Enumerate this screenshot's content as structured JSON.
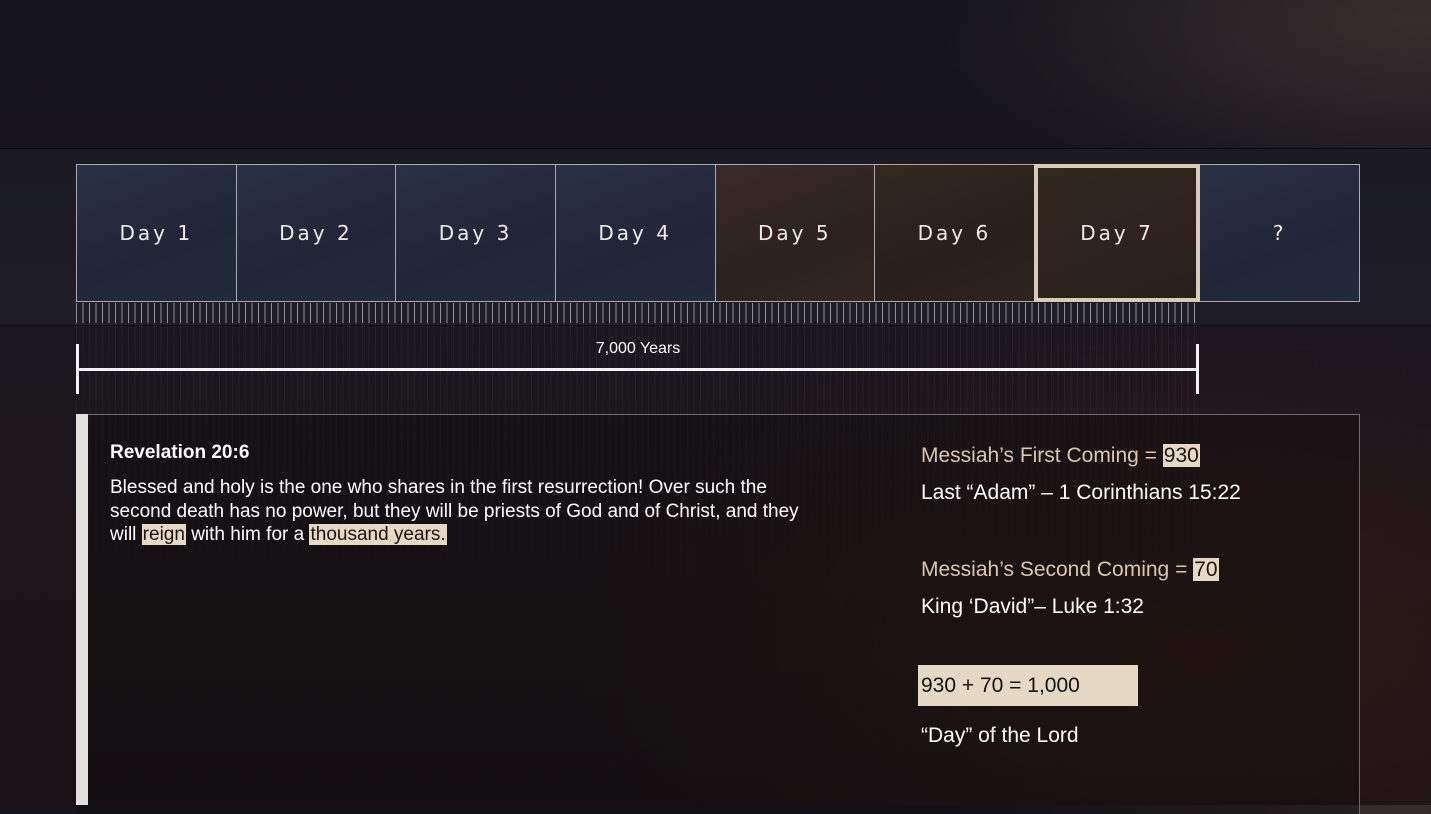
{
  "days": [
    {
      "label": "Day 1"
    },
    {
      "label": "Day 2"
    },
    {
      "label": "Day 3"
    },
    {
      "label": "Day 4"
    },
    {
      "label": "Day 5"
    },
    {
      "label": "Day 6"
    },
    {
      "label": "Day 7"
    },
    {
      "label": "?"
    }
  ],
  "timeline": {
    "span_label": "7,000 Years"
  },
  "verse": {
    "reference": "Revelation 20:6",
    "text_part1": "Blessed and holy is the one who shares in the first resurrection! Over such the second death has no power, but they will be priests of God and of Christ, and they will ",
    "highlight1": "reign",
    "text_part2": " with him for a ",
    "highlight2": "thousand years."
  },
  "first_coming": {
    "label": "Messiah’s First Coming = ",
    "value": "930",
    "note": "Last “Adam” – 1 Corinthians 15:22"
  },
  "second_coming": {
    "label": "Messiah’s Second Coming = ",
    "value": "70",
    "note": "King ‘David”– Luke 1:32"
  },
  "sum": {
    "equation": "930 + 70 = 1,000",
    "caption": "“Day” of the Lord"
  },
  "colors": {
    "highlight": "#e5d9c6",
    "tan_text": "#d9c8ad"
  }
}
